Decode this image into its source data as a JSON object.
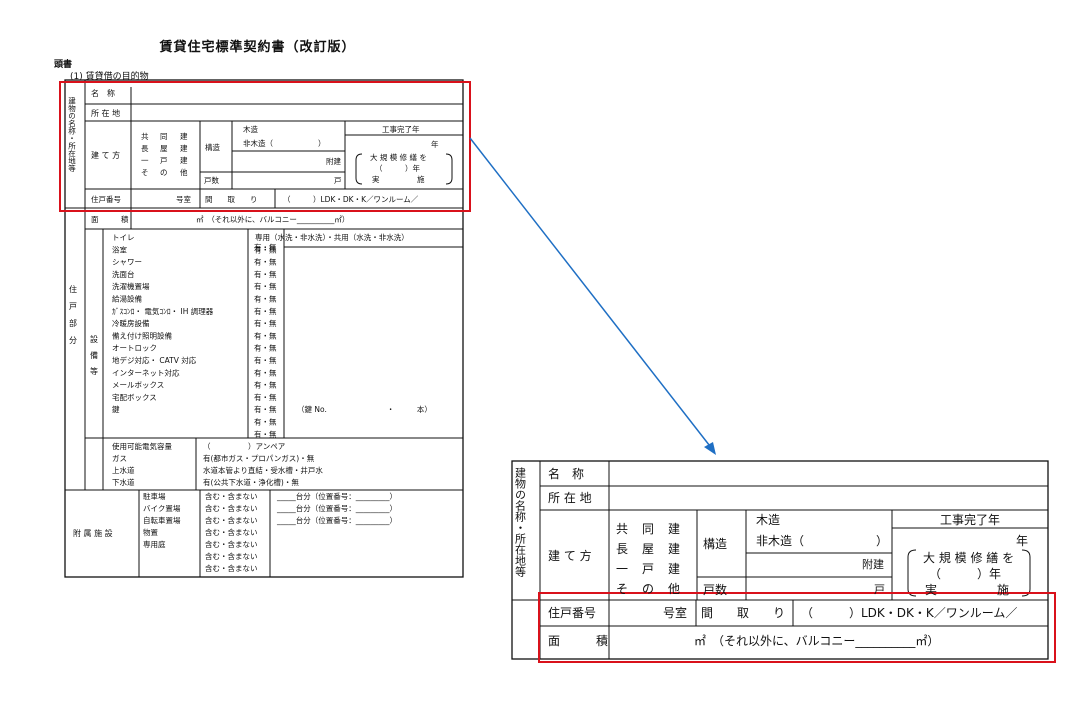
{
  "title": "賃貸住宅標準契約書（改訂版）",
  "section_label": "頭書",
  "sub_label": "(1)  賃貸借の目的物",
  "building_group": "建物の名称・所在地等",
  "dwelling_group": "住戸部分",
  "fields": {
    "name": "名　称",
    "address": "所 在 地",
    "build_type": "建 て 方",
    "build_type_options": [
      "共",
      "同",
      "建",
      "長",
      "屋",
      "建",
      "一",
      "戸",
      "建",
      "そ",
      "の",
      "他"
    ],
    "structure": "構造",
    "wood": "木造",
    "non_wood": "非木造（　　　　　　）",
    "annex": "附建",
    "units": "戸数",
    "unit_suffix": "戸",
    "completion_year": "工事完了年",
    "year": "年",
    "renovation": "大 規 模 修 繕 を",
    "renovation_year": "（　　　）年",
    "implemented": "実　　　　　施",
    "room_number": "住戸番号",
    "room_suffix": "号室",
    "layout": "間　　取　　り",
    "layout_options": "（　　　）LDK・DK・K／ワンルーム／",
    "area": "面　　　積",
    "area_value": "㎡　（それ以外に、バルコニー__________㎡）"
  },
  "facilities_label": "設備等",
  "facilities": [
    "トイレ",
    "浴室",
    "シャワー",
    "洗面台",
    "洗濯機置場",
    "給湯設備",
    "ｶﾞｽｺﾝﾛ・ 電気ｺﾝﾛ・ IH 調理器",
    "冷暖房設備",
    "備え付け照明設備",
    "オートロック",
    "地デジ対応・ CATV 対応",
    "インターネット対応",
    "メールボックス",
    "宅配ボックス",
    "鍵"
  ],
  "availability": "有・無",
  "toilet_detail": "専用（水洗・非水洗）・共用（水洗・非水洗）",
  "key_detail": "（鍵 No.　　　　　　　　・　　　本）",
  "utilities": [
    {
      "label": "使用可能電気容量",
      "value": "（　　　　　）アンペア"
    },
    {
      "label": "ガス",
      "value": "有(都市ガス・プロパンガス)・無"
    },
    {
      "label": "上水道",
      "value": "水道本管より直結・受水槽・井戸水"
    },
    {
      "label": "下水道",
      "value": "有(公共下水道・浄化槽)・無"
    }
  ],
  "attached_label": "附 属 施 設",
  "attached": [
    "駐車場",
    "バイク置場",
    "自転車置場",
    "物置",
    "専用庭"
  ],
  "include_option": "含む・含まない",
  "units_option": "_____台分（位置番号：_________）",
  "colors": {
    "highlight": "#d9111b",
    "arrow": "#1f6fc4",
    "line": "#111111"
  }
}
